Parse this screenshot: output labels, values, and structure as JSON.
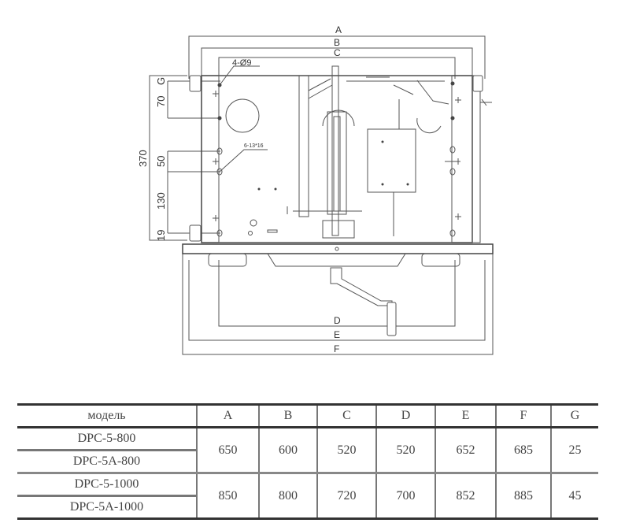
{
  "drawing": {
    "dim_labels": {
      "A": "A",
      "B": "B",
      "C": "C",
      "D": "D",
      "E": "E",
      "F": "F"
    },
    "hole_note_1": "4-Ø9",
    "hole_note_2": "6-13*16",
    "vertical_dims": {
      "G": "G",
      "d70": "70",
      "d370": "370",
      "d50": "50",
      "d130": "130",
      "d19": "19"
    }
  },
  "table": {
    "headers": [
      "модель",
      "A",
      "B",
      "C",
      "D",
      "E",
      "F",
      "G"
    ],
    "groups": [
      {
        "models": [
          "DPC-5-800",
          "DPC-5A-800"
        ],
        "values": [
          "650",
          "600",
          "520",
          "520",
          "652",
          "685",
          "25"
        ]
      },
      {
        "models": [
          "DPC-5-1000",
          "DPC-5A-1000"
        ],
        "values": [
          "850",
          "800",
          "720",
          "700",
          "852",
          "885",
          "45"
        ]
      }
    ]
  }
}
